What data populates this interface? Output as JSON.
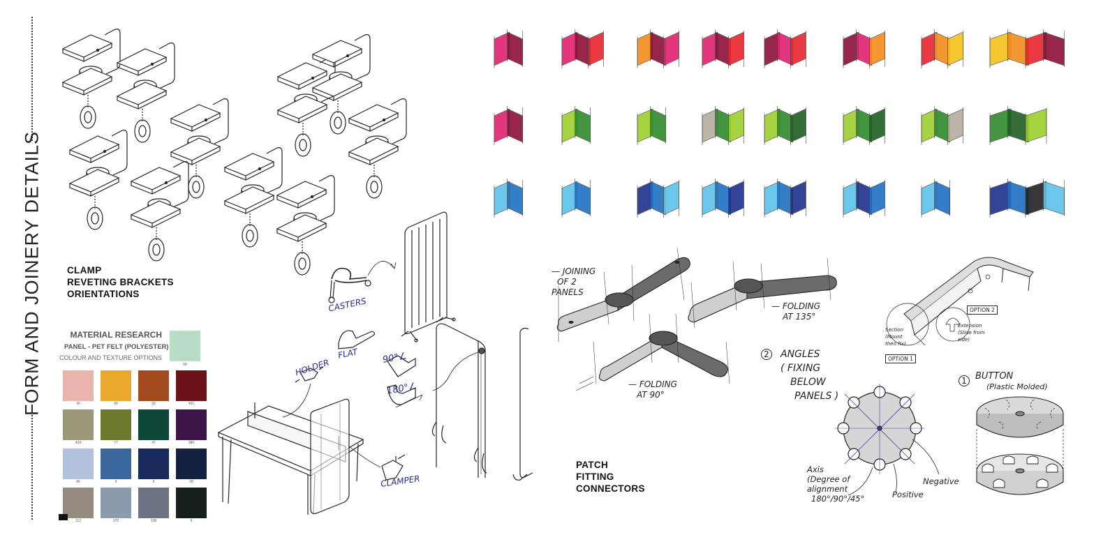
{
  "side_title": "FORM AND JOINERY DETAILS",
  "clamp_caption": [
    "CLAMP",
    "REVETING BRACKETS",
    "ORIENTATIONS"
  ],
  "patch_caption": [
    "PATCH",
    "FITTING",
    "CONNECTORS"
  ],
  "material": {
    "title": "MATERIAL RESEARCH",
    "subtitle": "PANEL - PET FELT (POLYESTER)",
    "subtitle2": "COLOUR AND TEXTURE OPTIONS",
    "feature_swatch": {
      "color": "#b9dcc6",
      "code": "58"
    },
    "swatches": [
      {
        "color": "#e8b4ac",
        "code": "30"
      },
      {
        "color": "#e9a92c",
        "code": "89"
      },
      {
        "color": "#a44a1f",
        "code": "92"
      },
      {
        "color": "#6b1218",
        "code": "401"
      },
      {
        "color": "#9a977a",
        "code": "420"
      },
      {
        "color": "#6b7a2c",
        "code": "77"
      },
      {
        "color": "#0e4539",
        "code": "47"
      },
      {
        "color": "#3d1447",
        "code": "380"
      },
      {
        "color": "#b3c2dc",
        "code": "86"
      },
      {
        "color": "#3a659d",
        "code": "4"
      },
      {
        "color": "#182a5c",
        "code": "5"
      },
      {
        "color": "#14223f",
        "code": "28"
      },
      {
        "color": "#968b80",
        "code": "112"
      },
      {
        "color": "#8a9cab",
        "code": "170"
      },
      {
        "color": "#6e7285",
        "code": "108"
      },
      {
        "color": "#17201f",
        "code": "9"
      }
    ]
  },
  "annotations": {
    "casters": "CASTERS",
    "flat": "FLAT",
    "holder": "HOLDER",
    "clamper": "CLAMPER",
    "deg90": "90°∠",
    "deg180": "180°∠",
    "joining": [
      "— JOINING",
      "OF 2",
      "PANELS"
    ],
    "folding135": [
      "— FOLDING",
      "AT 135°"
    ],
    "folding90": [
      "— FOLDING",
      "AT 90°"
    ],
    "angles": [
      "ANGLES",
      "( FIXING",
      "BELOW",
      "PANELS )"
    ],
    "angles_num": "2",
    "button_num": "1",
    "button": [
      "BUTTON",
      "(Plastic Molded)"
    ],
    "axis": [
      "Axis",
      "(Degree of",
      "alignment",
      "180°/90°/45°"
    ],
    "positive": "Positive",
    "negative": "Negative",
    "option1": "OPTION 1",
    "option2": "OPTION 2",
    "section": [
      "Section",
      "(Mount",
      "then fix)"
    ],
    "extension": [
      "Extension",
      "(Slide from",
      "side)"
    ]
  },
  "colors": {
    "ink": "#222222",
    "handwriting": "#2a2f8a",
    "pink": "#e0216e",
    "maroon": "#8b1038",
    "red": "#e8242c",
    "orange": "#f28c1e",
    "yellow": "#f5c21b",
    "lime": "#9ccf2e",
    "green": "#2f8a2e",
    "darkgreen": "#1f5e22",
    "grey": "#b6aca0",
    "lightblue": "#5cc3ea",
    "blue": "#1f6fc2",
    "navy": "#1d2f8a",
    "black": "#222222"
  }
}
